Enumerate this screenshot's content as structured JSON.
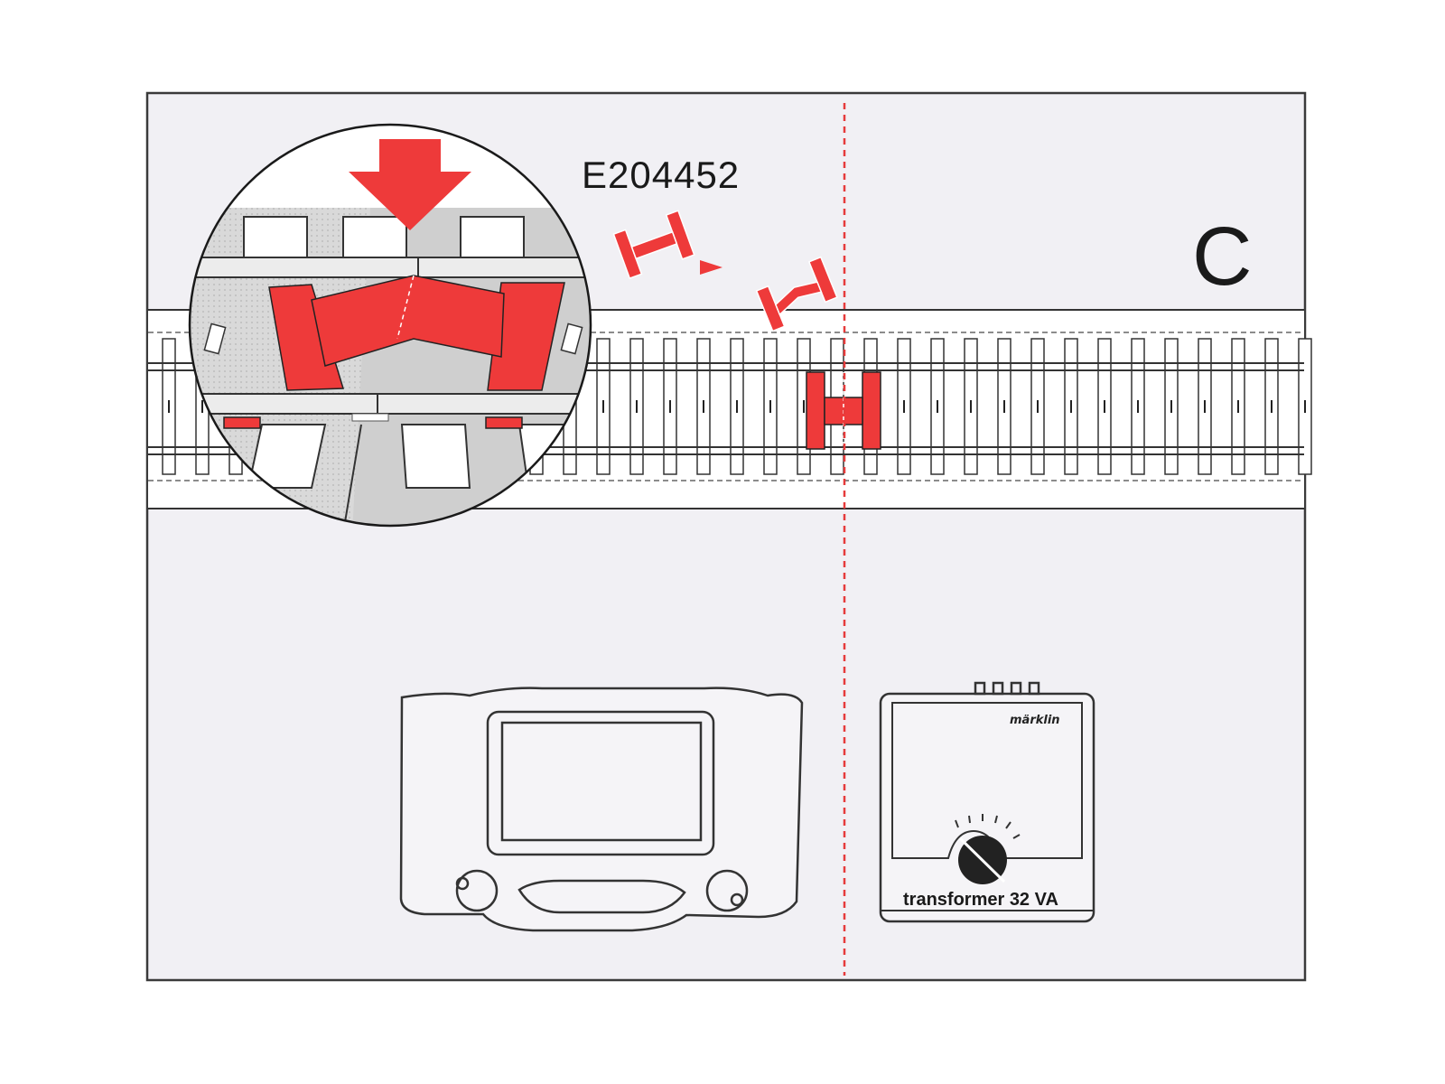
{
  "part_number": "E204452",
  "section_letter": "C",
  "transformer": {
    "brand": "märklin",
    "label": "transformer 32 VA"
  },
  "colors": {
    "accent_red": "#ee3a3a",
    "frame": "#3a3a3a",
    "panel_bg": "#f1f0f4",
    "track_bg": "#ffffff",
    "divider": "#e63b3b"
  },
  "icons": [
    "track-clip-icon",
    "arrow-down-icon",
    "magnifier-circle-icon",
    "control-unit-icon",
    "transformer-icon",
    "speed-knob-icon"
  ]
}
